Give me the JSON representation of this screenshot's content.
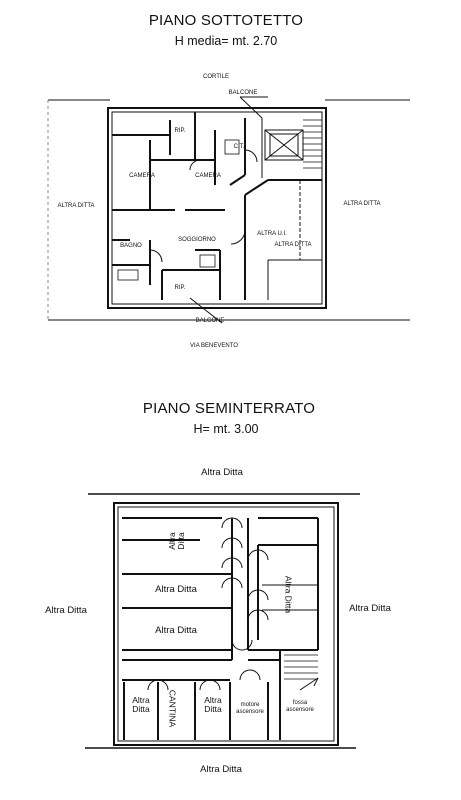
{
  "top_plan": {
    "title": "PIANO SOTTOTETTO",
    "subtitle": "H media= mt. 2.70",
    "labels": {
      "cortile": "CORTILE",
      "balcone_top": "BALCONE",
      "rip_top": "RIP.",
      "ct": "C.T.",
      "camera_left": "CAMERA",
      "camera_right": "CAMERA",
      "altra_ditta_left": "ALTRA DITTA",
      "altra_ditta_right": "ALTRA DITTA",
      "soggiorno": "SOGGIORNO",
      "bagno": "BAGNO",
      "altra_ui": "ALTRA U.I.",
      "altra_ditta_inner": "ALTRA DITTA",
      "rip_bottom": "RIP.",
      "balcone_bottom": "BALCONE",
      "via": "VIA BENEVENTO"
    }
  },
  "bottom_plan": {
    "title": "PIANO SEMINTERRATO",
    "subtitle": "H= mt. 3.00",
    "labels": {
      "top": "Altra Ditta",
      "left": "Altra Ditta",
      "right": "Altra Ditta",
      "bottom": "Altra Ditta",
      "vert_top": "Altra Ditta",
      "row2": "Altra Ditta",
      "row3": "Altra Ditta",
      "vert_right": "Altra Ditta",
      "cell_a": "Altra Ditta",
      "cantina": "CANTINA",
      "cell_b": "Altra Ditta",
      "motore": "motore ascensore",
      "fossa": "fossa ascensore"
    }
  }
}
